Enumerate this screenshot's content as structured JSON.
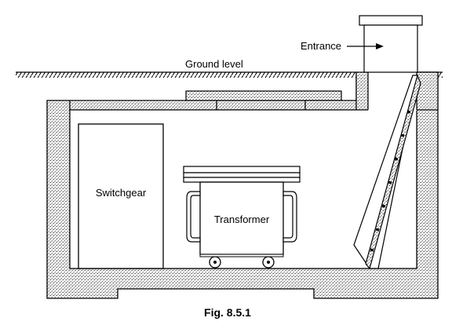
{
  "labels": {
    "entrance": "Entrance",
    "ground_level": "Ground level",
    "switchgear": "Switchgear",
    "transformer": "Transformer"
  },
  "caption": "Fig. 8.5.1",
  "colors": {
    "line": "#000000",
    "background": "#ffffff",
    "stipple_dot": "#444444"
  }
}
